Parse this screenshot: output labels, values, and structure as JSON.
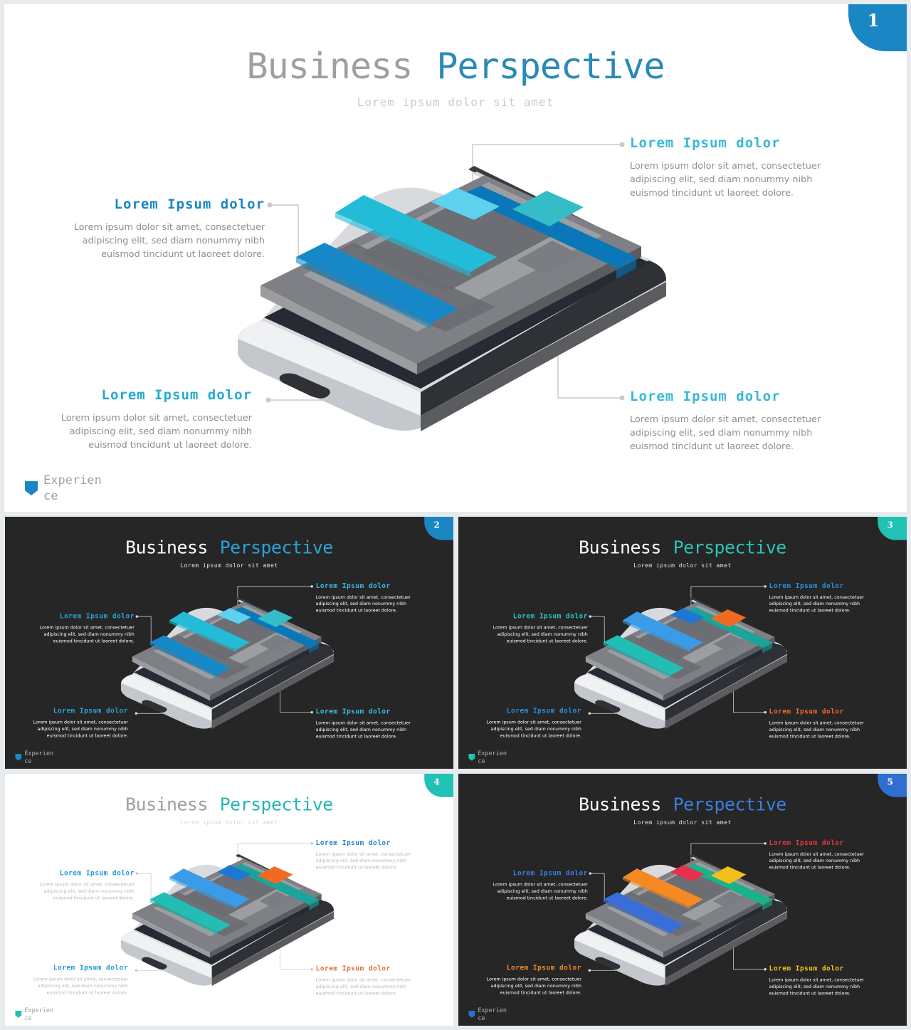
{
  "slides": [
    {
      "number": "1",
      "theme": "light",
      "title_word1": "Business",
      "title_word2": "Perspective",
      "subtitle": "Lorem ipsum dolor sit amet",
      "logo_text": "Experien ce",
      "callouts": [
        {
          "heading": "Lorem Ipsum dolor",
          "body": "Lorem ipsum dolor sit amet, consectetuer adipiscing elit, sed diam nonummy nibh euismod tincidunt ut laoreet dolore."
        },
        {
          "heading": "Lorem Ipsum dolor",
          "body": "Lorem ipsum dolor sit amet, consectetuer adipiscing elit, sed diam nonummy nibh euismod tincidunt ut laoreet dolore."
        },
        {
          "heading": "Lorem Ipsum dolor",
          "body": "Lorem ipsum dolor sit amet, consectetuer adipiscing elit, sed diam nonummy nibh euismod tincidunt ut laoreet dolore."
        },
        {
          "heading": "Lorem Ipsum dolor",
          "body": "Lorem ipsum dolor sit amet, consectetuer adipiscing elit, sed diam nonummy nibh euismod tincidunt ut laoreet dolore."
        }
      ],
      "colors": {
        "accent": "#1b86c4",
        "title1": "#9d9fa3",
        "title2": "#2a8ab6",
        "subtitle": "#c8cbce",
        "body": "#8c8f93",
        "heading": [
          "#1b86c4",
          "#37b8d8",
          "#26a9cf",
          "#37b8d8"
        ],
        "bar_a": "#22bcd9",
        "bar_b": "#1688c8",
        "tile_a": "#5dd2ef",
        "tile_b": "#34bcc7",
        "bar_c": "#0a78b8"
      }
    },
    {
      "number": "2",
      "theme": "dark",
      "title_word1": "Business",
      "title_word2": "Perspective",
      "subtitle": "Lorem ipsum dolor sit amet",
      "logo_text": "Experien ce",
      "callouts": [
        {
          "heading": "Lorem Ipsum dolor",
          "body": "Lorem ipsum dolor sit amet, consectetuer adipiscing elit, sed diam nonummy nibh euismod tincidunt ut laoreet dolore."
        },
        {
          "heading": "Lorem Ipsum dolor",
          "body": "Lorem ipsum dolor sit amet, consectetuer adipiscing elit, sed diam nonummy nibh euismod tincidunt ut laoreet dolore."
        },
        {
          "heading": "Lorem Ipsum dolor",
          "body": "Lorem ipsum dolor sit amet, consectetuer adipiscing elit, sed diam nonummy nibh euismod tincidunt ut laoreet dolore."
        },
        {
          "heading": "Lorem Ipsum dolor",
          "body": "Lorem ipsum dolor sit amet, consectetuer adipiscing elit, sed diam nonummy nibh euismod tincidunt ut laoreet dolore."
        }
      ],
      "colors": {
        "accent": "#1b86c4",
        "title1": "#ffffff",
        "title2": "#2aa3d6",
        "subtitle": "#e8e8e8",
        "body": "#ffffff",
        "heading": [
          "#2aa3d6",
          "#3bbce0",
          "#2aa3d6",
          "#3bbce0"
        ],
        "bar_a": "#22bcd9",
        "bar_b": "#1688c8",
        "tile_a": "#5dd2ef",
        "tile_b": "#34bcc7",
        "bar_c": "#0a78b8"
      }
    },
    {
      "number": "3",
      "theme": "dark",
      "title_word1": "Business",
      "title_word2": "Perspective",
      "subtitle": "Lorem ipsum dolor sit amet",
      "logo_text": "Experien ce",
      "callouts": [
        {
          "heading": "Lorem Ipsum dolor",
          "body": "Lorem ipsum dolor sit amet, consectetuer adipiscing elit, sed diam nonummy nibh euismod tincidunt ut laoreet dolore."
        },
        {
          "heading": "Lorem Ipsum dolor",
          "body": "Lorem ipsum dolor sit amet, consectetuer adipiscing elit, sed diam nonummy nibh euismod tincidunt ut laoreet dolore."
        },
        {
          "heading": "Lorem Ipsum dolor",
          "body": "Lorem ipsum dolor sit amet, consectetuer adipiscing elit, sed diam nonummy nibh euismod tincidunt ut laoreet dolore."
        },
        {
          "heading": "Lorem Ipsum dolor",
          "body": "Lorem ipsum dolor sit amet, consectetuer adipiscing elit, sed diam nonummy nibh euismod tincidunt ut laoreet dolore."
        }
      ],
      "colors": {
        "accent": "#22c1b5",
        "title1": "#ffffff",
        "title2": "#2cc3b7",
        "subtitle": "#e8e8e8",
        "body": "#ffffff",
        "heading": [
          "#2cc3b7",
          "#2a90e0",
          "#2a90e0",
          "#f06a2a"
        ],
        "bar_a": "#3a9ce6",
        "bar_b": "#22bdb5",
        "tile_a": "#1e78d2",
        "tile_b": "#f06a22",
        "bar_c": "#1aa49a"
      }
    },
    {
      "number": "4",
      "theme": "light",
      "title_word1": "Business",
      "title_word2": "Perspective",
      "subtitle": "Lorem ipsum dolor sit amet",
      "logo_text": "Experien ce",
      "callouts": [
        {
          "heading": "Lorem Ipsum dolor",
          "body": "Lorem ipsum dolor sit amet, consectetuer adipiscing elit, sed diam nonummy nibh euismod tincidunt ut laoreet dolore."
        },
        {
          "heading": "Lorem Ipsum dolor",
          "body": "Lorem ipsum dolor sit amet, consectetuer adipiscing elit, sed diam nonummy nibh euismod tincidunt ut laoreet dolore."
        },
        {
          "heading": "Lorem Ipsum dolor",
          "body": "Lorem ipsum dolor sit amet, consectetuer adipiscing elit, sed diam nonummy nibh euismod tincidunt ut laoreet dolore."
        },
        {
          "heading": "Lorem Ipsum dolor",
          "body": "Lorem ipsum dolor sit amet, consectetuer adipiscing elit, sed diam nonummy nibh euismod tincidunt ut laoreet dolore."
        }
      ],
      "colors": {
        "accent": "#22c1b5",
        "title1": "#9d9fa3",
        "title2": "#22b8b0",
        "subtitle": "#d4d6d8",
        "body": "#b5b8bb",
        "heading": [
          "#1f9ad6",
          "#2a7fc4",
          "#1f9ad6",
          "#e0703a"
        ],
        "bar_a": "#3a9ce6",
        "bar_b": "#22bdb5",
        "tile_a": "#1e78d2",
        "tile_b": "#f06a22",
        "bar_c": "#1aa49a"
      }
    },
    {
      "number": "5",
      "theme": "dark",
      "title_word1": "Business",
      "title_word2": "Perspective",
      "subtitle": "Lorem ipsum dolor sit amet",
      "logo_text": "Experien ce",
      "callouts": [
        {
          "heading": "Lorem Ipsum dolor",
          "body": "Lorem ipsum dolor sit amet, consectetuer adipiscing elit, sed diam nonummy nibh euismod tincidunt ut laoreet dolore."
        },
        {
          "heading": "Lorem Ipsum dolor",
          "body": "Lorem ipsum dolor sit amet, consectetuer adipiscing elit, sed diam nonummy nibh euismod tincidunt ut laoreet dolore."
        },
        {
          "heading": "Lorem Ipsum dolor",
          "body": "Lorem ipsum dolor sit amet, consectetuer adipiscing elit, sed diam nonummy nibh euismod tincidunt ut laoreet dolore."
        },
        {
          "heading": "Lorem Ipsum dolor",
          "body": "Lorem ipsum dolor sit amet, consectetuer adipiscing elit, sed diam nonummy nibh euismod tincidunt ut laoreet dolore."
        }
      ],
      "colors": {
        "accent": "#2f6fd0",
        "title1": "#ffffff",
        "title2": "#3a7fe0",
        "subtitle": "#e8e8e8",
        "body": "#ffffff",
        "heading": [
          "#3a7fe0",
          "#e8353f",
          "#f08a2a",
          "#f2c41a"
        ],
        "bar_a": "#f58a22",
        "bar_b": "#3a6ed8",
        "tile_a": "#e8304a",
        "tile_b": "#f2c01a",
        "bar_c": "#1ab28a"
      }
    }
  ]
}
